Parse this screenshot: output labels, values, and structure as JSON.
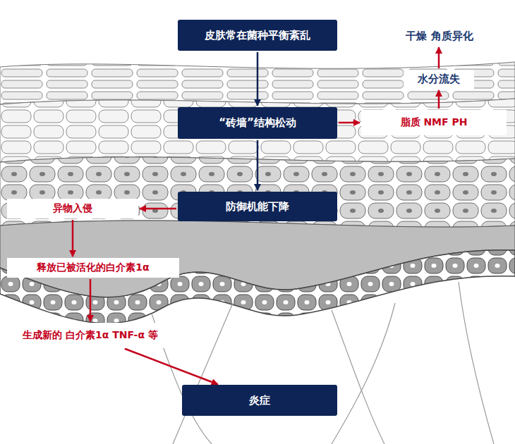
{
  "diagram": {
    "nodes": [
      {
        "text": [
          "皮肤常在菌种平衡紊乱"
        ]
      },
      {
        "text": [
          "“砖墙”结构松动"
        ]
      },
      {
        "text": [
          "脂质  NMF  PH"
        ]
      },
      {
        "text": [
          "水分流失"
        ]
      },
      {
        "text": [
          "干燥 角质异化"
        ]
      },
      {
        "text": [
          "防御机能下降"
        ]
      },
      {
        "text": [
          "异物入侵"
        ]
      },
      {
        "text": [
          "释放已被活化的白介素1α"
        ]
      },
      {
        "text": [
          "生成新的 白介素1α TNF-α 等"
        ]
      },
      {
        "text": [
          "炎症"
        ]
      }
    ],
    "edges": [
      {
        "from": 0,
        "to": 1,
        "arrow": "to"
      },
      {
        "from": 1,
        "to": 5,
        "arrow": "to"
      },
      {
        "from": 1,
        "to": 2,
        "arrow": "to"
      },
      {
        "from": 2,
        "to": 3,
        "arrow": "to"
      },
      {
        "from": 3,
        "to": 4,
        "arrow": "to"
      },
      {
        "from": 5,
        "to": 6,
        "arrow": "to"
      },
      {
        "from": 6,
        "to": 7,
        "arrow": "to"
      },
      {
        "from": 7,
        "to": 8,
        "arrow": "to"
      },
      {
        "from": 8,
        "to": 9,
        "arrow": "to"
      }
    ]
  }
}
